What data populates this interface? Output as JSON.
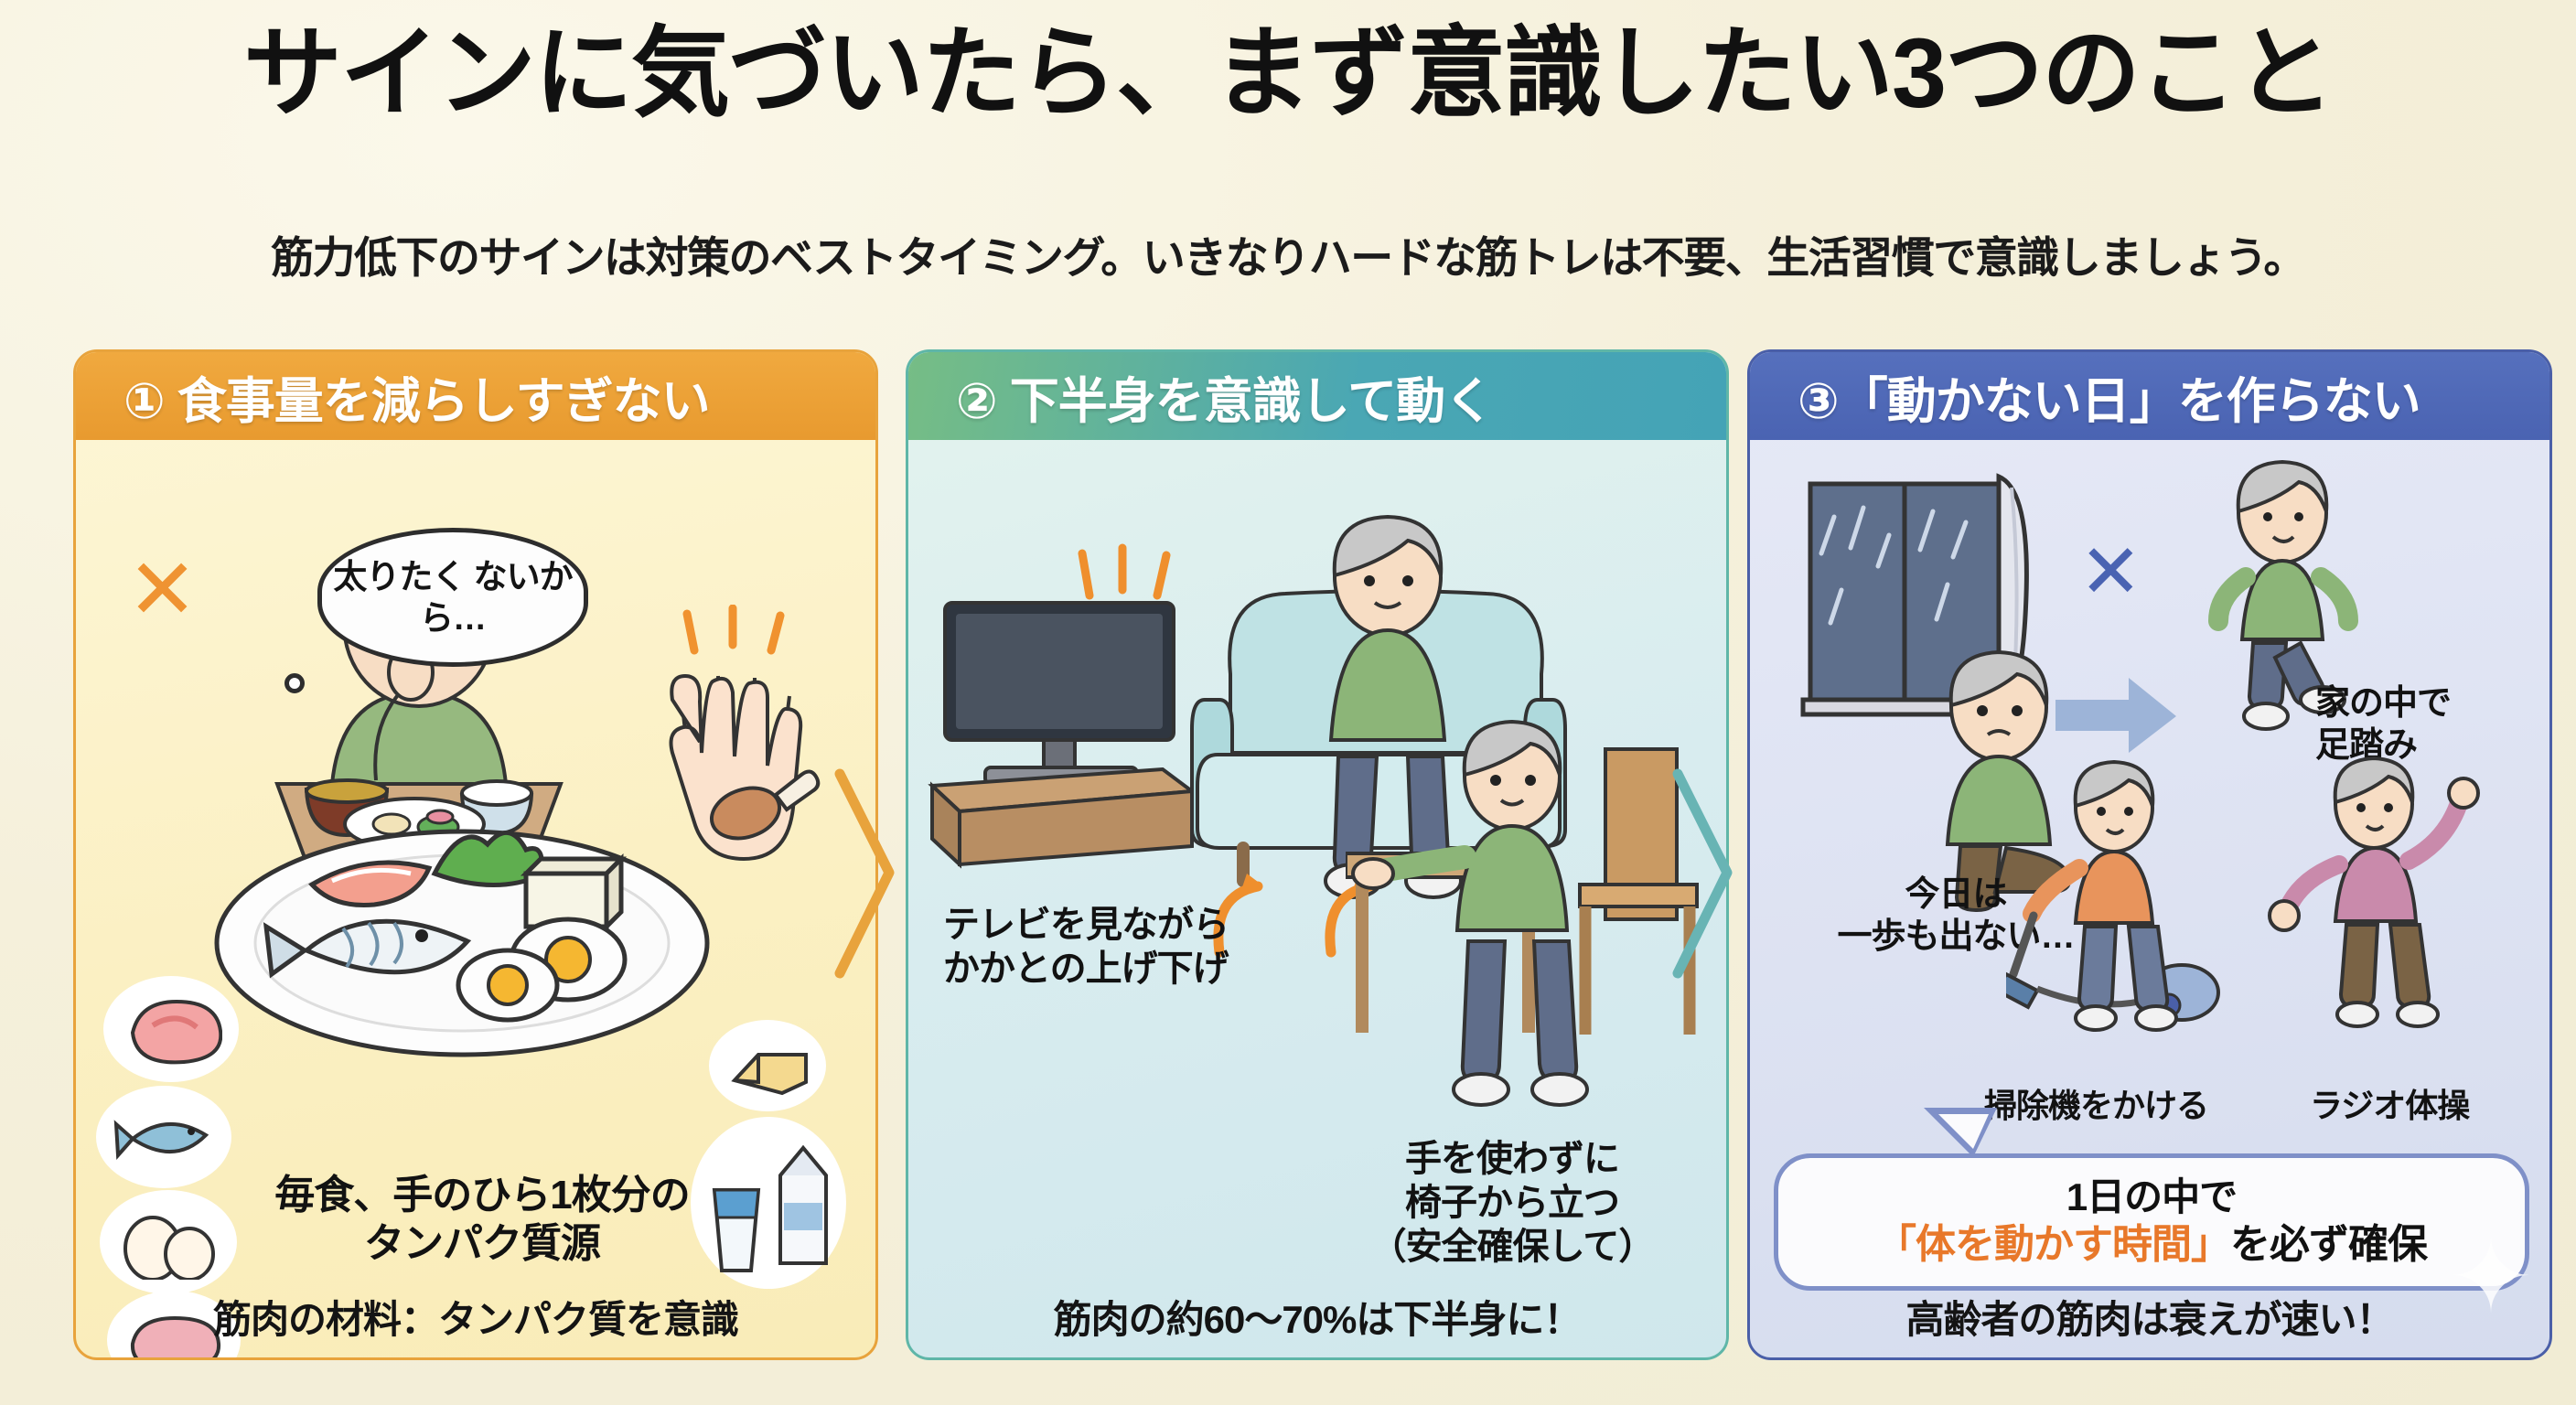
{
  "header": {
    "title": "サインに気づいたら、まず意識したい3つのこと",
    "subtitle": "筋力低下のサインは対策のベストタイミング。いきなりハードな筋トレは不要、生活習慣で意識しましょう。"
  },
  "colors": {
    "background": "#f5f0db",
    "card1_accent": "#e89a2f",
    "card2_accent": "#4aa7b4",
    "card3_accent": "#4a63b2",
    "highlight_orange": "#e8782a",
    "title_text": "#111111"
  },
  "cards": [
    {
      "number": "①",
      "header": "① 食事量を減らしすぎない",
      "x_mark": "✕",
      "thought_bubble": "太りたく\nないから…",
      "caption": "毎食、手のひら1枚分の\nタンパク質源",
      "footer": "筋肉の材料：タンパク質を意識",
      "illustration_items": [
        "elderly-person-eating",
        "small-meal-table",
        "plate-of-protein-foods",
        "open-palm",
        "meat-slice",
        "fish",
        "eggs",
        "ham",
        "milk-carton",
        "milk-glass",
        "tofu-block",
        "cheese"
      ]
    },
    {
      "number": "②",
      "header": "② 下半身を意識して動く",
      "label_tv": "テレビを見ながら\nかかとの上げ下げ",
      "label_chair": "手を使わずに\n椅子から立つ\n（安全確保して）",
      "footer": "筋肉の約60〜70%は下半身に！",
      "illustration_items": [
        "television",
        "tv-stand",
        "sofa",
        "elderly-person-on-sofa",
        "heel-raise-arrows",
        "table",
        "chair",
        "elderly-person-standing-from-chair"
      ]
    },
    {
      "number": "③",
      "header": "③「動かない日」を作らない",
      "x_mark": "✕",
      "label_window": "今日は\n一歩も出ない…",
      "label_marching": "家の中で\n足踏み",
      "label_vacuum": "掃除機をかける",
      "label_radio_exercise": "ラジオ体操",
      "callout_line1": "1日の中で",
      "callout_highlight": "「体を動かす時間」",
      "callout_rest": "を必ず確保",
      "footer": "高齢者の筋肉は衰えが速い！",
      "illustration_items": [
        "rainy-window",
        "elderly-person-sitting-by-window",
        "arrow-right",
        "person-marching",
        "person-vacuuming",
        "vacuum-cleaner",
        "person-stretching"
      ]
    }
  ]
}
